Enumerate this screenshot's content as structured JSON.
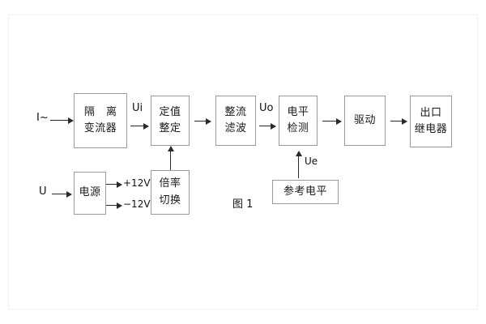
{
  "figure": {
    "caption": "图 1",
    "colors": {
      "box_border": "#9a9a9a",
      "connector": "#2a2a2a",
      "text": "#1a1a1a",
      "background": "#ffffff"
    }
  },
  "blocks": {
    "isolation_ct": {
      "line1": "隔 离",
      "line2": "变流器"
    },
    "setting": {
      "line1": "定值",
      "line2": "整定"
    },
    "rectify_filter": {
      "line1": "整流",
      "line2": "滤波"
    },
    "level_detect": {
      "line1": "电平",
      "line2": "检测"
    },
    "drive": {
      "line1": "驱动"
    },
    "output_relay": {
      "line1": "出口",
      "line2": "继电器"
    },
    "power_supply": {
      "line1": "电源"
    },
    "multiplier_switch": {
      "line1": "倍率",
      "line2": "切换"
    },
    "reference_level": {
      "line1": "参考电平"
    }
  },
  "signals": {
    "current_input": "I~",
    "voltage_input": "U",
    "ui": "Ui",
    "uo": "Uo",
    "ue": "Ue",
    "rail_positive": "+12V",
    "rail_negative": "−12V"
  }
}
